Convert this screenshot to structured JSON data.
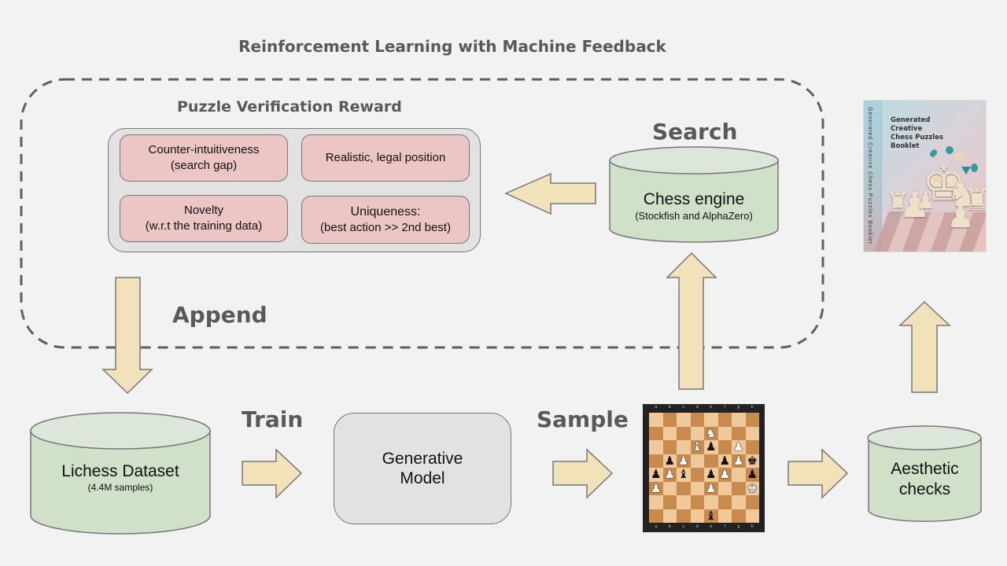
{
  "title": "Reinforcement Learning with Machine Feedback",
  "reward": {
    "title": "Puzzle Verification Reward",
    "criteria": [
      {
        "line1": "Counter-intuitiveness",
        "line2": "(search gap)"
      },
      {
        "line1": "Realistic, legal position",
        "line2": ""
      },
      {
        "line1": "Novelty",
        "line2": "(w.r.t the training data)"
      },
      {
        "line1": "Uniqueness:",
        "line2": "(best action >> 2nd best)"
      }
    ]
  },
  "labels": {
    "search": "Search",
    "append": "Append",
    "train": "Train",
    "sample": "Sample"
  },
  "engine": {
    "title": "Chess engine",
    "subtitle": "(Stockfish and AlphaZero)"
  },
  "dataset": {
    "title": "Lichess Dataset",
    "subtitle": "(4.4M samples)"
  },
  "model": {
    "line1": "Generative",
    "line2": "Model"
  },
  "aesthetic": {
    "line1": "Aesthetic",
    "line2": "checks"
  },
  "booklet": {
    "title_lines": [
      "Generated",
      "Creative",
      "Chess Puzzles",
      "Booklet"
    ],
    "spine_text": "Generated Creative Chess Puzzles Booklet"
  },
  "board": {
    "files": [
      "a",
      "b",
      "c",
      "d",
      "e",
      "f",
      "g",
      "h"
    ],
    "ranks": [
      [
        "",
        "",
        "",
        "",
        "",
        "",
        "",
        ""
      ],
      [
        "",
        "",
        "",
        "",
        "wN",
        "",
        "",
        ""
      ],
      [
        "",
        "",
        "",
        "wB",
        "bP",
        "",
        "wP",
        ""
      ],
      [
        "",
        "bP",
        "wP",
        "",
        "",
        "bP",
        "wP",
        "bK"
      ],
      [
        "bP",
        "wP",
        "bB",
        "",
        "bP",
        "wP",
        "",
        "bP"
      ],
      [
        "wP",
        "",
        "",
        "",
        "wP",
        "",
        "",
        "wK"
      ],
      [
        "",
        "",
        "",
        "",
        "",
        "",
        "",
        ""
      ],
      [
        "",
        "",
        "",
        "",
        "bB",
        "",
        "",
        ""
      ]
    ]
  },
  "colors": {
    "background": "#f2f2f2",
    "heading": "#595959",
    "cylinder_fill": "#d0e0c9",
    "cylinder_top": "#dde6da",
    "criterion_fill": "#ecc6c5",
    "panel_fill": "#e2e2e2",
    "arrow_fill": "#f1e2b9",
    "outline": "#777777"
  }
}
